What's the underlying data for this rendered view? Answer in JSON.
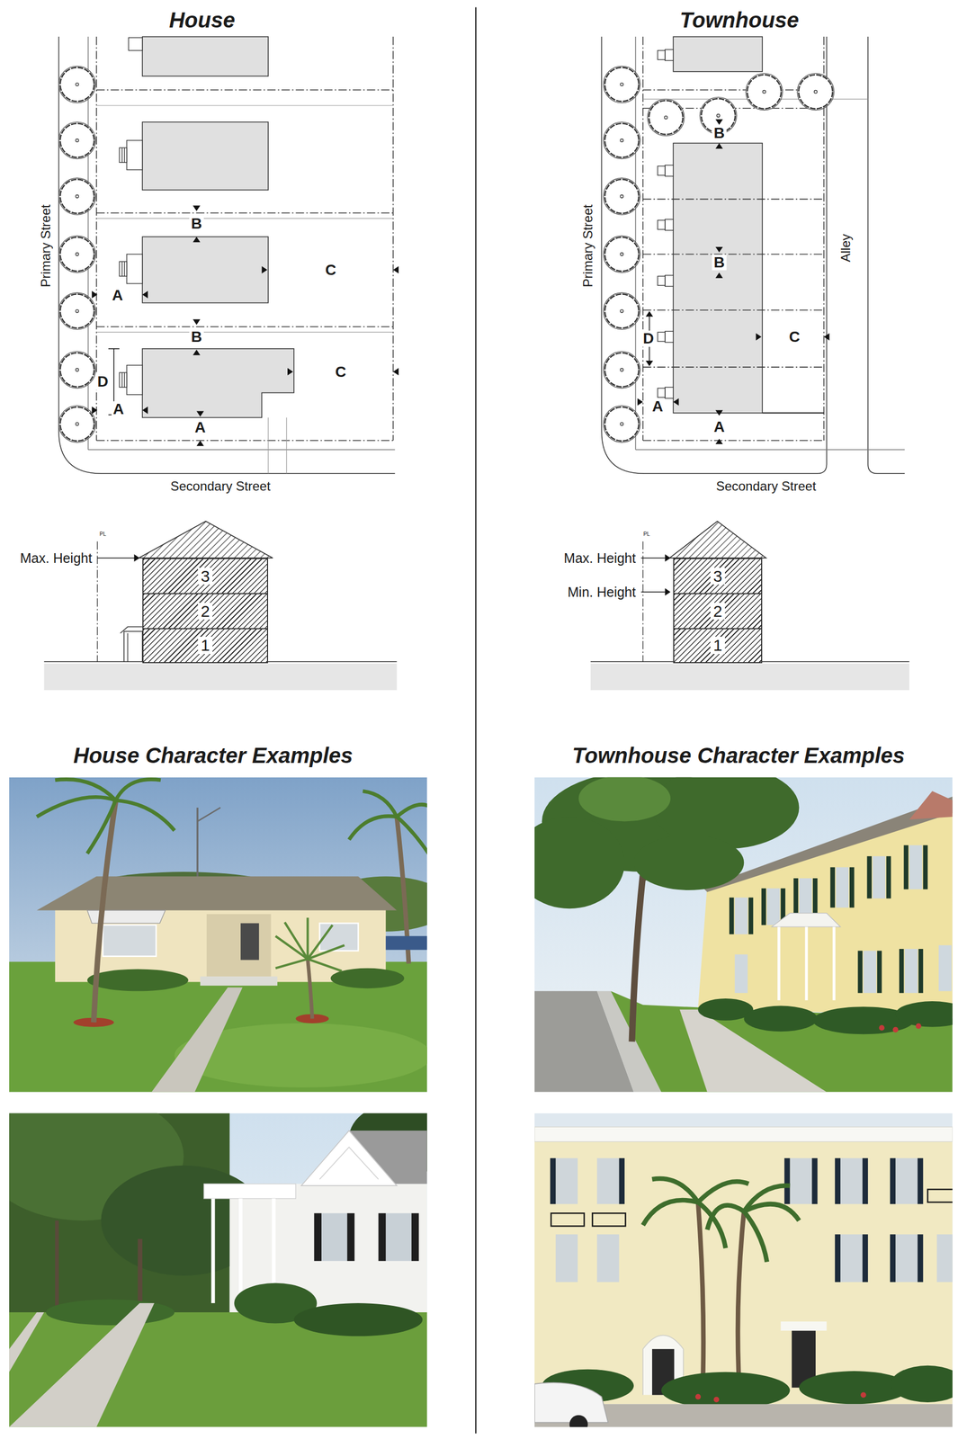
{
  "diagram": {
    "nodes": [
      {
        "text": [
          "3"
        ]
      },
      {
        "text": [
          "2"
        ]
      },
      {
        "text": [
          "1"
        ]
      },
      {
        "text": [
          "3"
        ]
      },
      {
        "text": [
          "2"
        ]
      },
      {
        "text": [
          "1"
        ]
      }
    ],
    "labels": [
      "House",
      "Townhouse",
      "Primary Street",
      "B",
      "C",
      "A",
      "B",
      "D",
      "C",
      "A",
      "A",
      "Secondary Street",
      "PL",
      "Max. Height",
      "Primary Street",
      "B",
      "Alley",
      "B",
      "D",
      "C",
      "A",
      "A",
      "Secondary Street",
      "PL",
      "Max. Height",
      "Min. Height",
      "House Character Examples",
      "Townhouse Character Examples"
    ]
  }
}
